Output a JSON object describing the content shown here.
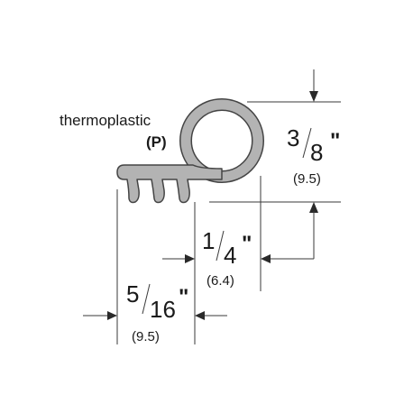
{
  "material": {
    "label": "thermoplastic",
    "code": "(P)"
  },
  "dimensions": {
    "height": {
      "numerator": "3",
      "denominator": "8",
      "unit": "\"",
      "metric": "(9.5)"
    },
    "gap": {
      "numerator": "1",
      "denominator": "4",
      "unit": "\"",
      "metric": "(6.4)"
    },
    "width": {
      "numerator": "5",
      "denominator": "16",
      "unit": "\"",
      "metric": "(9.5)"
    }
  },
  "colors": {
    "profile_fill": "#b3b3b3",
    "profile_stroke": "#444444",
    "dimension_line": "#3a3a3a"
  }
}
